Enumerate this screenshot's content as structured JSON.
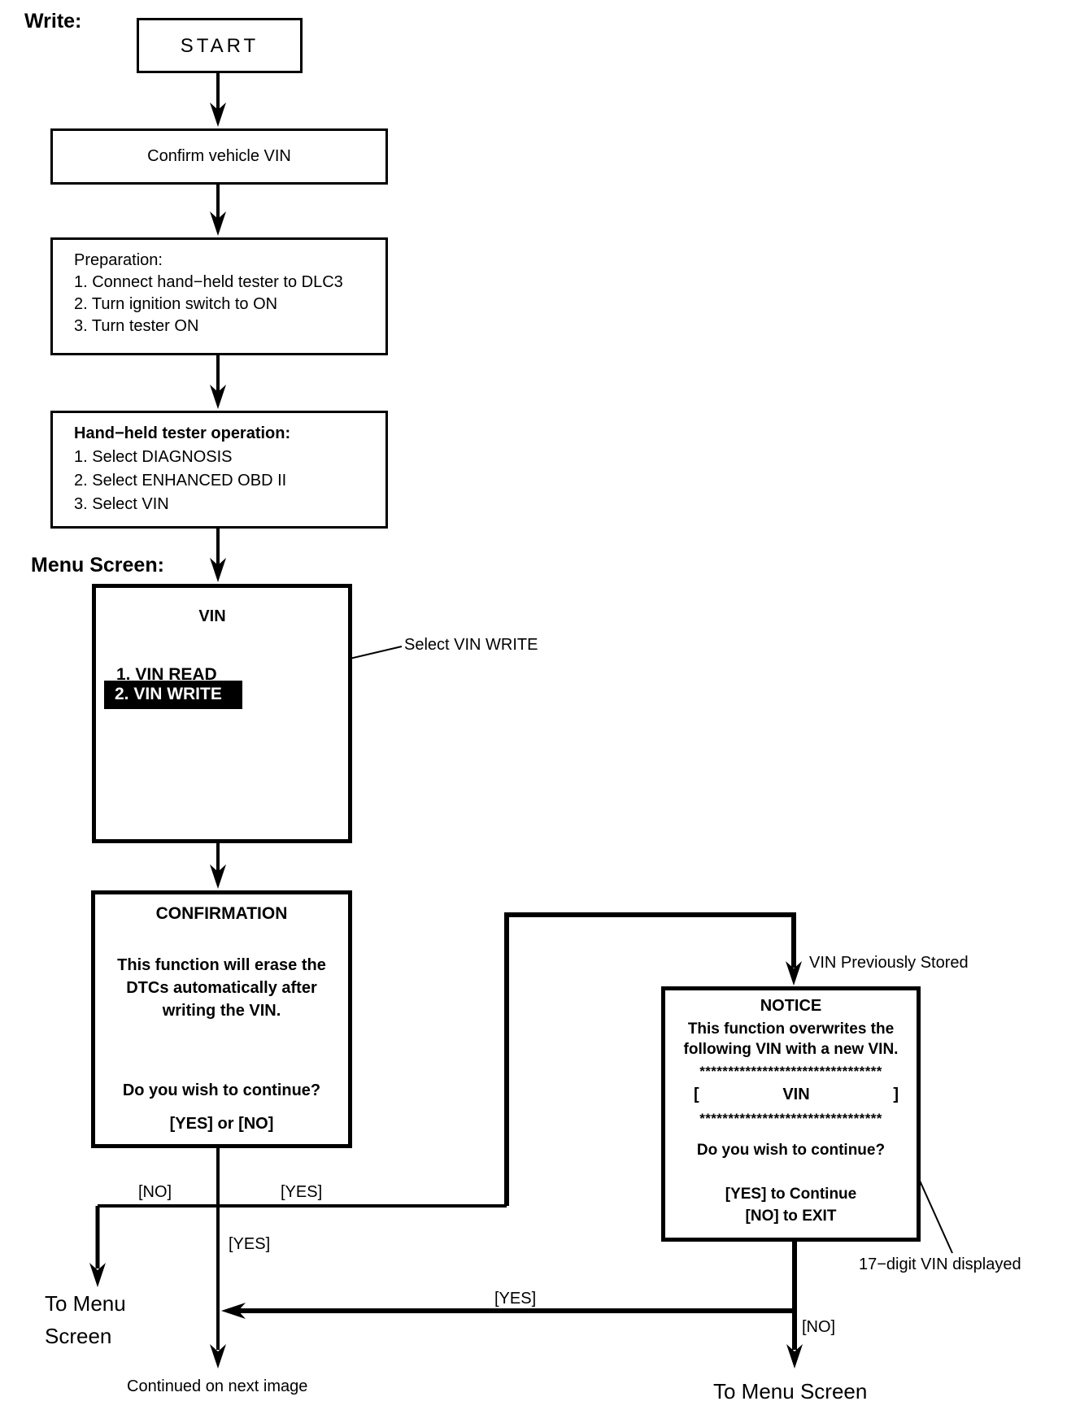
{
  "labels": {
    "write": "Write:",
    "menu_screen": "Menu Screen:"
  },
  "boxes": {
    "start": "START",
    "confirm": "Confirm vehicle VIN",
    "preparation": {
      "title": "Preparation:",
      "steps": [
        "1. Connect hand−held tester to DLC3",
        "2. Turn ignition switch to ON",
        "3. Turn tester ON"
      ]
    },
    "tester": {
      "title": "Hand−held tester operation:",
      "steps": [
        "1. Select DIAGNOSIS",
        "2. Select ENHANCED OBD II",
        "3. Select VIN"
      ]
    },
    "vin_menu": {
      "title": "VIN",
      "item_read": "1. VIN READ",
      "item_write": "2. VIN WRITE"
    },
    "confirmation": {
      "title": "CONFIRMATION",
      "body": [
        "This function will erase the",
        "DTCs automatically after",
        "writing the VIN."
      ],
      "question": "Do you wish to continue?",
      "options": "[YES] or [NO]"
    },
    "notice": {
      "title": "NOTICE",
      "body": [
        "This function overwrites the",
        "following VIN with a new VIN."
      ],
      "stars": "********************************",
      "bracket_open": "[",
      "vin": "VIN",
      "bracket_close": "]",
      "question": "Do you wish to continue?",
      "option_yes": "[YES] to Continue",
      "option_no": "[NO] to EXIT"
    }
  },
  "annotations": {
    "select_vin_write": "Select VIN WRITE",
    "vin_previously_stored": "VIN Previously Stored",
    "vin_displayed": "17−digit VIN displayed"
  },
  "branches": {
    "confirm_no": "[NO]",
    "confirm_yes_right": "[YES]",
    "confirm_yes_down": "[YES]",
    "notice_yes": "[YES]",
    "notice_no": "[NO]",
    "to_menu_line1": "To Menu",
    "to_menu_line2": "Screen",
    "to_menu_screen": "To Menu Screen",
    "continued": "Continued on next image"
  }
}
